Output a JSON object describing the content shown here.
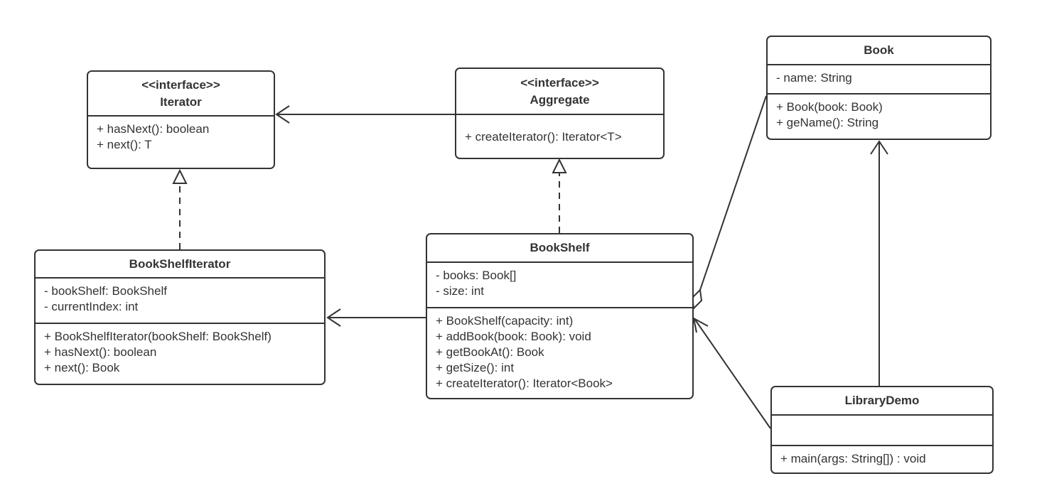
{
  "diagram": {
    "title": "Iterator pattern UML class diagram",
    "colors": {
      "line": "#333333",
      "text": "#333333",
      "background": "#ffffff",
      "box_fill": "#ffffff"
    },
    "classes": {
      "iterator": {
        "stereotype": "<<interface>>",
        "name": "Iterator",
        "methods": [
          "+ hasNext(): boolean",
          "+ next(): T"
        ]
      },
      "aggregate": {
        "stereotype": "<<interface>>",
        "name": "Aggregate",
        "methods": [
          "+ createIterator(): Iterator<T>"
        ]
      },
      "book": {
        "name": "Book",
        "attributes": [
          "- name: String"
        ],
        "methods": [
          "+ Book(book: Book)",
          "+ geName(): String"
        ]
      },
      "bookShelfIterator": {
        "name": "BookShelfIterator",
        "attributes": [
          "- bookShelf: BookShelf",
          "- currentIndex: int"
        ],
        "methods": [
          "+ BookShelfIterator(bookShelf: BookShelf)",
          "+ hasNext(): boolean",
          "+ next(): Book"
        ]
      },
      "bookShelf": {
        "name": "BookShelf",
        "attributes": [
          "- books: Book[]",
          "- size: int"
        ],
        "methods": [
          "+ BookShelf(capacity: int)",
          "+ addBook(book: Book): void",
          "+ getBookAt(): Book",
          "+ getSize(): int",
          "+ createIterator(): Iterator<Book>"
        ]
      },
      "libraryDemo": {
        "name": "LibraryDemo",
        "attributes": [],
        "methods": [
          "+ main(args: String[]) : void"
        ]
      }
    },
    "relationships": [
      {
        "from": "Aggregate",
        "to": "Iterator",
        "type": "association-arrow"
      },
      {
        "from": "BookShelfIterator",
        "to": "Iterator",
        "type": "realization"
      },
      {
        "from": "BookShelf",
        "to": "Aggregate",
        "type": "realization"
      },
      {
        "from": "BookShelf",
        "to": "BookShelfIterator",
        "type": "association-arrow"
      },
      {
        "from": "BookShelf",
        "to": "Book",
        "type": "aggregation"
      },
      {
        "from": "LibraryDemo",
        "to": "Book",
        "type": "association-arrow"
      },
      {
        "from": "LibraryDemo",
        "to": "BookShelf",
        "type": "association-arrow"
      }
    ]
  }
}
